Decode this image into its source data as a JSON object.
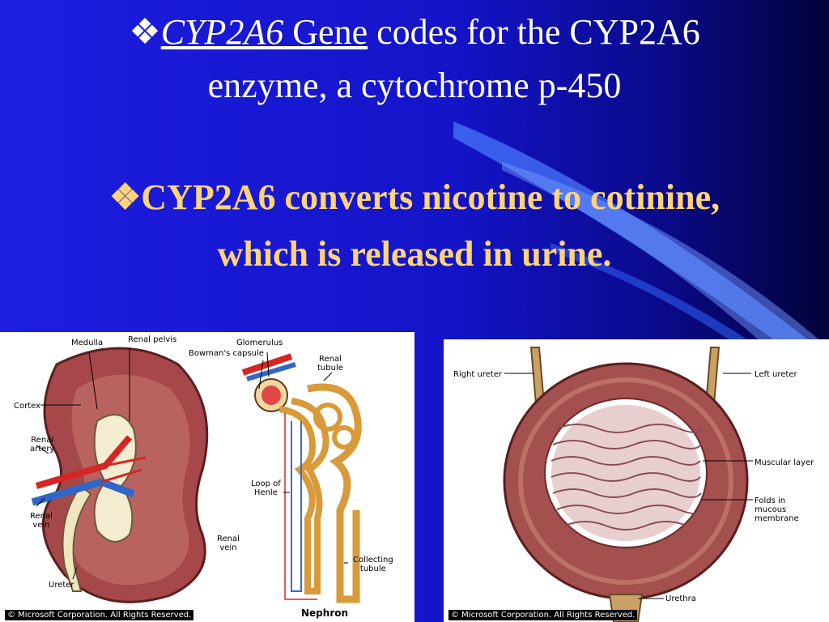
{
  "slide": {
    "bullet_glyph": "❖",
    "line1_gene_name": "CYP2A6",
    "line1_gene_word": " Gene",
    "line1_rest": " codes for the CYP2A6",
    "line2": "enzyme,  a cytochrome p-450",
    "line3": "CYP2A6 converts nicotine to cotinine,",
    "line4": "which is released in urine."
  },
  "kidney_figure": {
    "labels": {
      "medulla": "Medulla",
      "renal_pelvis": "Renal pelvis",
      "cortex": "Cortex",
      "renal_artery": "Renal\nartery",
      "renal_vein_left": "Renal\nvein",
      "ureter": "Ureter",
      "glomerulus": "Glomerulus",
      "bowmans_capsule": "Bowman's capsule",
      "renal_tubule": "Renal\ntubule",
      "loop_of_henle": "Loop of\nHenle",
      "renal_vein_mid": "Renal\nvein",
      "collecting_tubule": "Collecting\ntubule",
      "nephron": "Nephron"
    },
    "copyright": "© Microsoft Corporation. All Rights Reserved."
  },
  "bladder_figure": {
    "labels": {
      "right_ureter": "Right ureter",
      "left_ureter": "Left ureter",
      "muscular_layer": "Muscular layer",
      "folds": "Folds in\nmucous\nmembrane",
      "urethra": "Urethra"
    },
    "copyright": "© Microsoft Corporation. All Rights Reserved."
  }
}
